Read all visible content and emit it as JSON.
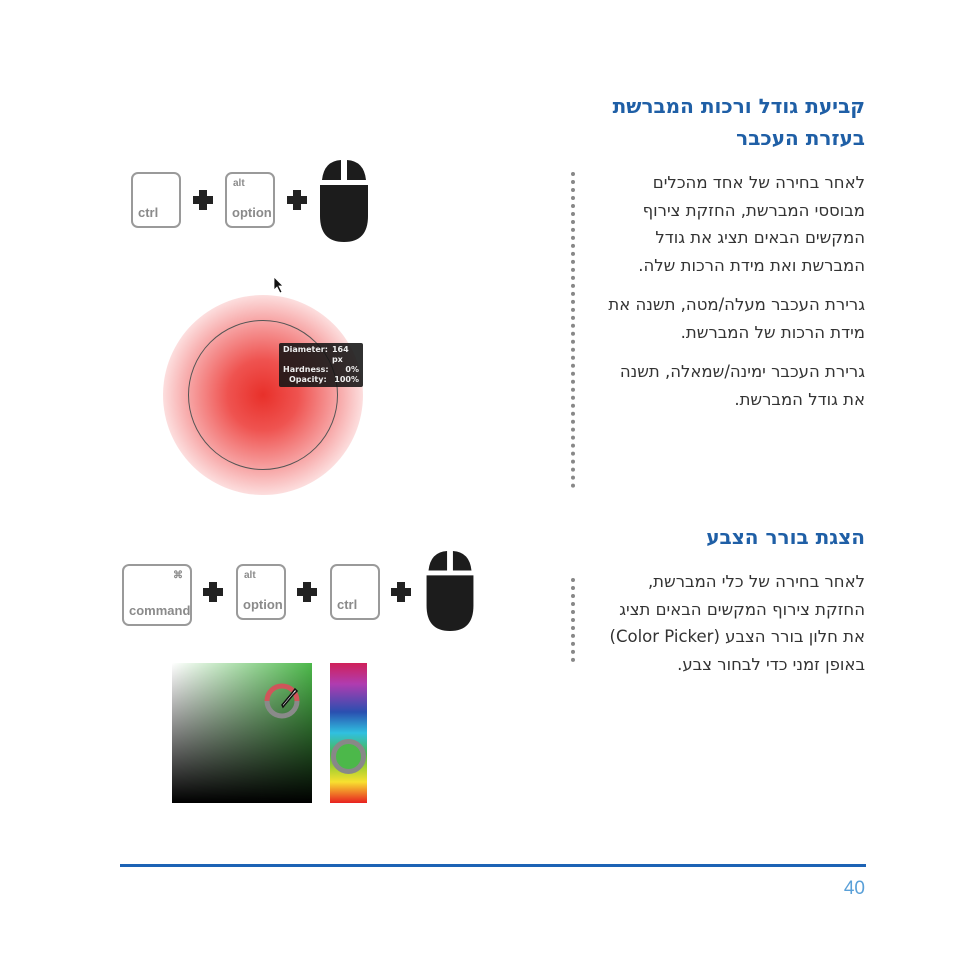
{
  "section1": {
    "title_lines": [
      "קביעת גודל ורכות המברשת",
      "בעזרת העכבר"
    ],
    "paragraphs": [
      [
        "לאחר בחירה של אחד מהכלים",
        "מבוססי המברשת, החזקת צירוף",
        "המקשים הבאים תציג את גודל",
        "המברשת ואת מידת הרכות שלה."
      ],
      [
        "גרירת העכבר מעלה/מטה, תשנה את",
        "מידת הרכות של המברשת."
      ],
      [
        "גרירת העכבר ימינה/שמאלה, תשנה",
        "את גודל המברשת."
      ]
    ],
    "keys": [
      {
        "top": "",
        "main": "ctrl"
      },
      {
        "top": "alt",
        "main": "option"
      }
    ],
    "tooltip": [
      {
        "label": "Diameter:",
        "value": "164 px"
      },
      {
        "label": "Hardness:",
        "value": "0%"
      },
      {
        "label": "Opacity:",
        "value": "100%"
      }
    ]
  },
  "section2": {
    "title_lines": [
      "הצגת בורר הצבע"
    ],
    "paragraphs": [
      [
        "לאחר בחירה של כלי המברשת,",
        "החזקת צירוף המקשים הבאים תציג",
        "את חלון בורר הצבע (Color Picker)",
        "באופן זמני כדי לבחור צבע."
      ]
    ],
    "keys": [
      {
        "top": "⌘",
        "main": "command"
      },
      {
        "top": "alt",
        "main": "option"
      },
      {
        "top": "",
        "main": "ctrl"
      }
    ]
  },
  "footer": {
    "page_number": "40"
  },
  "colors": {
    "accent": "#1f5fa6",
    "rule": "#1d63b5",
    "brush": "#e83a34",
    "picker_green": "#4cb84a"
  }
}
